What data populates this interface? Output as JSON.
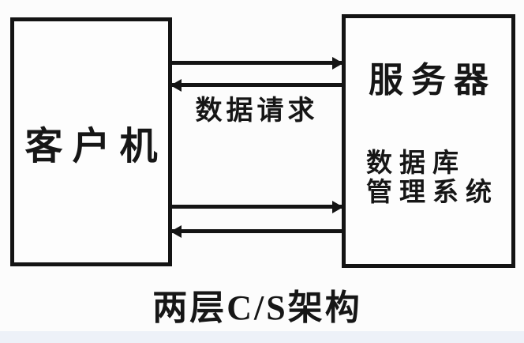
{
  "diagram": {
    "type": "architecture-diagram",
    "client": {
      "label": "客户机"
    },
    "server": {
      "label": "服务器",
      "subsystem_line1": "数据库",
      "subsystem_line2": "管理系统"
    },
    "arrow_label": "数据请求",
    "caption": "两层C/S架构",
    "connections": [
      {
        "from": "client",
        "to": "server",
        "position": "top",
        "direction": "right"
      },
      {
        "from": "server",
        "to": "client",
        "position": "top",
        "direction": "left"
      },
      {
        "from": "client",
        "to": "server",
        "position": "bottom",
        "direction": "right"
      },
      {
        "from": "server",
        "to": "client",
        "position": "bottom",
        "direction": "left"
      }
    ],
    "colors": {
      "line": "#141414",
      "text": "#161616",
      "background": "#fcfcfc",
      "footer_strip": "#edf1f8"
    }
  }
}
